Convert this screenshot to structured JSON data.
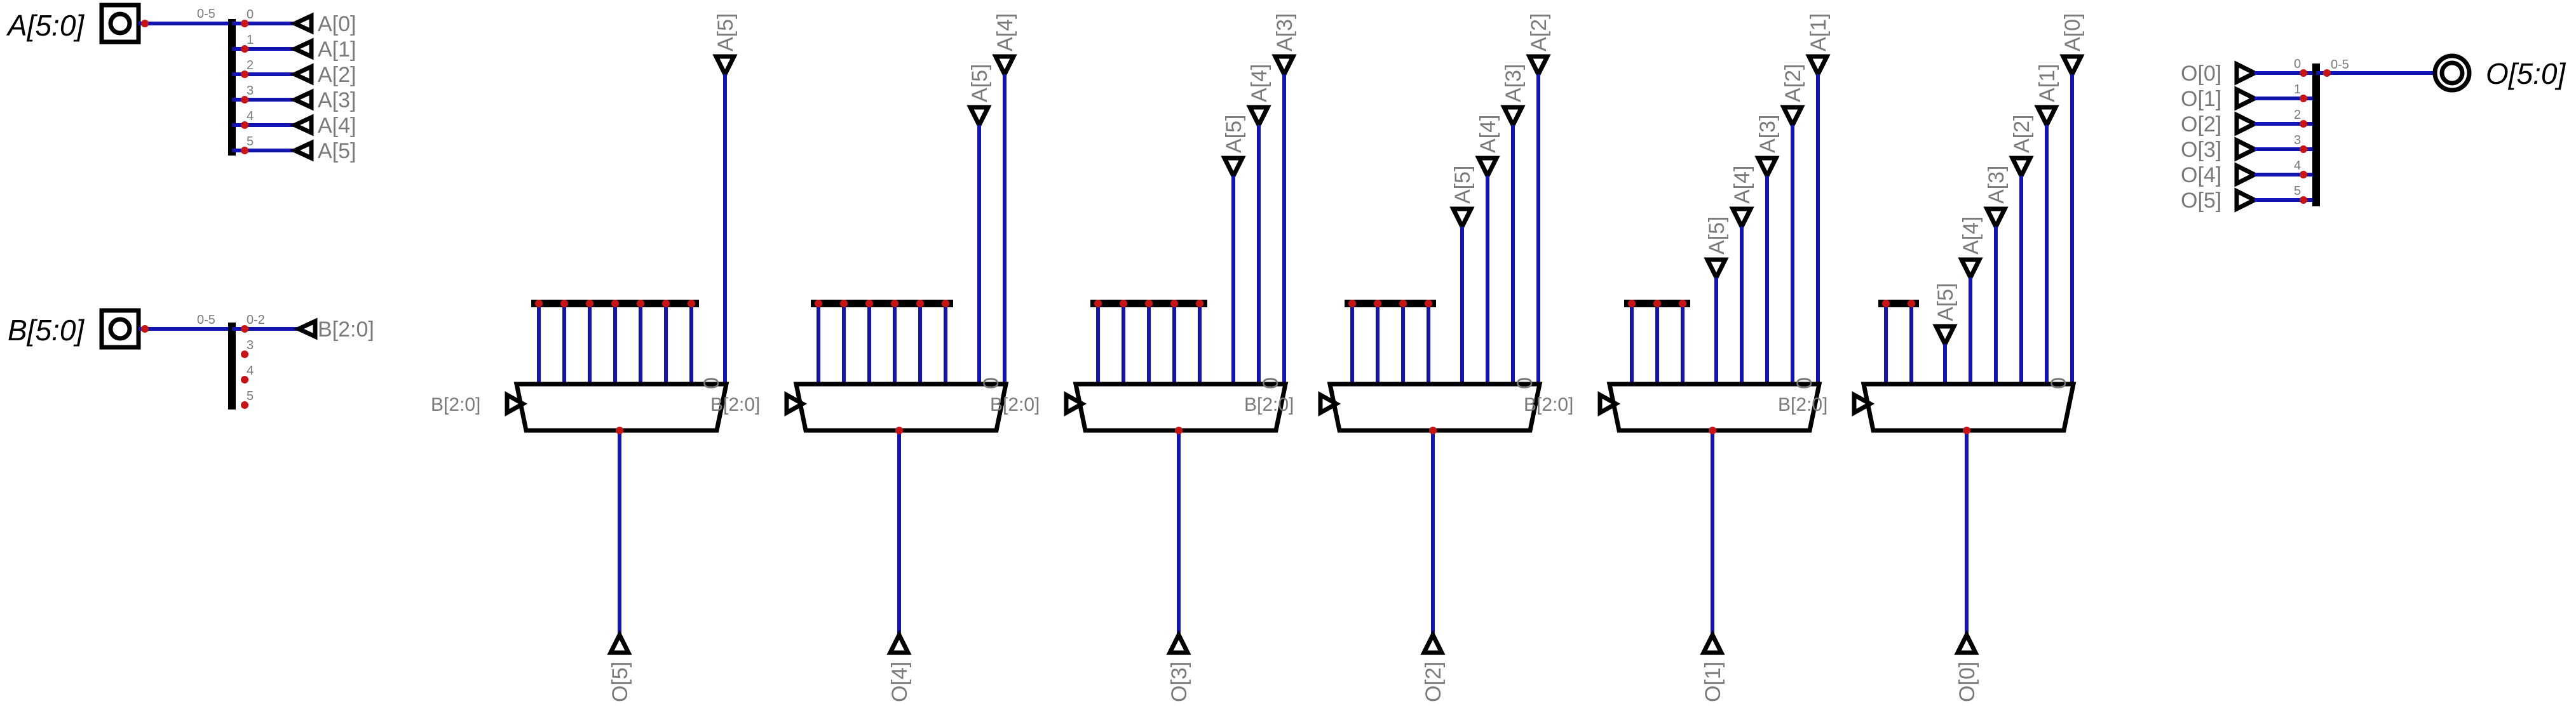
{
  "inputs": {
    "a": {
      "label": "A[5:0]",
      "split_range": "0-5",
      "bit_indices": [
        "0",
        "1",
        "2",
        "3",
        "4",
        "5"
      ],
      "tunnels": [
        "A[0]",
        "A[1]",
        "A[2]",
        "A[3]",
        "A[4]",
        "A[5]"
      ]
    },
    "b": {
      "label": "B[5:0]",
      "split_range": "0-5",
      "slice_index": "0-2",
      "other_indices": [
        "3",
        "4",
        "5"
      ],
      "tunnel": "B[2:0]"
    }
  },
  "output": {
    "label": "O[5:0]",
    "split_range": "0-5",
    "bit_indices": [
      "0",
      "1",
      "2",
      "3",
      "4",
      "5"
    ],
    "tunnels": [
      "O[0]",
      "O[1]",
      "O[2]",
      "O[3]",
      "O[4]",
      "O[5]"
    ]
  },
  "muxes": [
    {
      "select_label": "B[2:0]",
      "zero_label": "0",
      "inputs": [
        "A[5]"
      ],
      "output_label": "O[5]"
    },
    {
      "select_label": "B[2:0]",
      "zero_label": "0",
      "inputs": [
        "A[5]",
        "A[4]"
      ],
      "output_label": "O[4]"
    },
    {
      "select_label": "B[2:0]",
      "zero_label": "0",
      "inputs": [
        "A[5]",
        "A[4]",
        "A[3]"
      ],
      "output_label": "O[3]"
    },
    {
      "select_label": "B[2:0]",
      "zero_label": "0",
      "inputs": [
        "A[5]",
        "A[4]",
        "A[3]",
        "A[2]"
      ],
      "output_label": "O[2]"
    },
    {
      "select_label": "B[2:0]",
      "zero_label": "0",
      "inputs": [
        "A[5]",
        "A[4]",
        "A[3]",
        "A[2]",
        "A[1]"
      ],
      "output_label": "O[1]"
    },
    {
      "select_label": "B[2:0]",
      "zero_label": "0",
      "inputs": [
        "A[5]",
        "A[4]",
        "A[3]",
        "A[2]",
        "A[1]",
        "A[0]"
      ],
      "output_label": "O[0]"
    }
  ]
}
